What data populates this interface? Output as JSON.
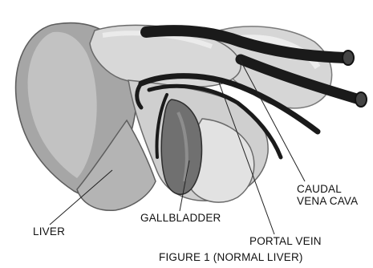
{
  "labels": {
    "caudal_vena_cava_line1": "CAUDAL",
    "caudal_vena_cava_line2": "VENA CAVA",
    "liver": "LIVER",
    "gallbladder": "GALLBLADDER",
    "portal_vein": "PORTAL VEIN"
  },
  "caption": "FIGURE 1 (NORMAL LIVER)",
  "colors": {
    "background": "#ffffff",
    "lobe_dark": "#9c9c9c",
    "lobe_mid": "#bdbdbd",
    "lobe_light": "#dcdcdc",
    "vessel": "#1a1a1a",
    "gallbladder": "#6e6e6e"
  }
}
